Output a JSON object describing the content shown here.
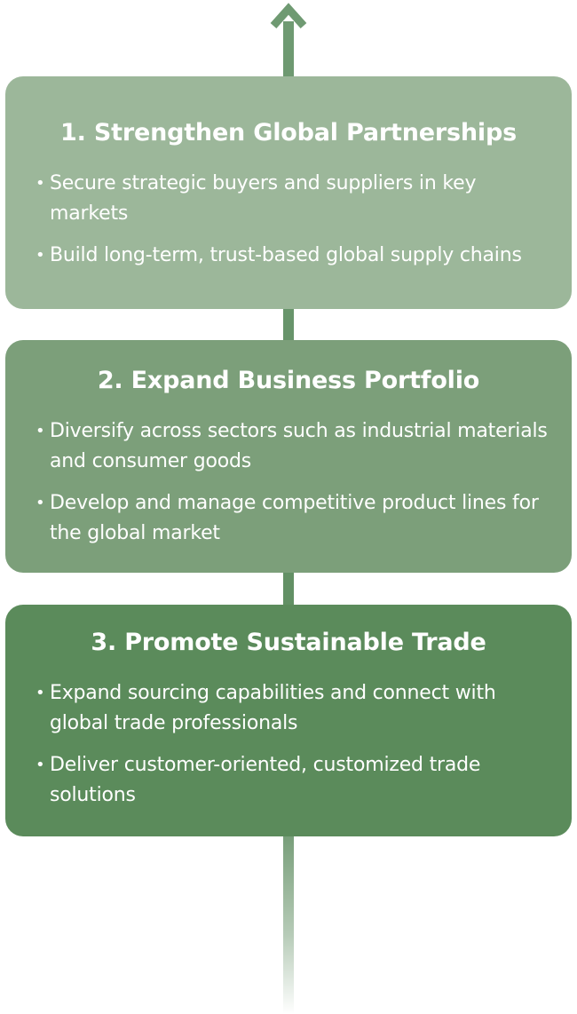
{
  "colors": {
    "stem": "#5e8c60",
    "card_1": "#9cb79a",
    "card_2": "#7c9f7a",
    "card_3": "#5b8b5b",
    "text": "#ffffff"
  },
  "steps": [
    {
      "title": "1. Strengthen Global Partnerships",
      "bullets": [
        "Secure strategic buyers and suppliers in key markets",
        "Build long-term, trust-based global supply chains"
      ]
    },
    {
      "title": "2. Expand Business Portfolio",
      "bullets": [
        "Diversify across sectors such as industrial materials and consumer goods",
        "Develop and manage competitive product lines for the global market"
      ]
    },
    {
      "title": "3. Promote Sustainable Trade",
      "bullets": [
        "Expand sourcing capabilities and connect with global trade professionals",
        "Deliver customer-oriented, customized trade solutions"
      ]
    }
  ]
}
